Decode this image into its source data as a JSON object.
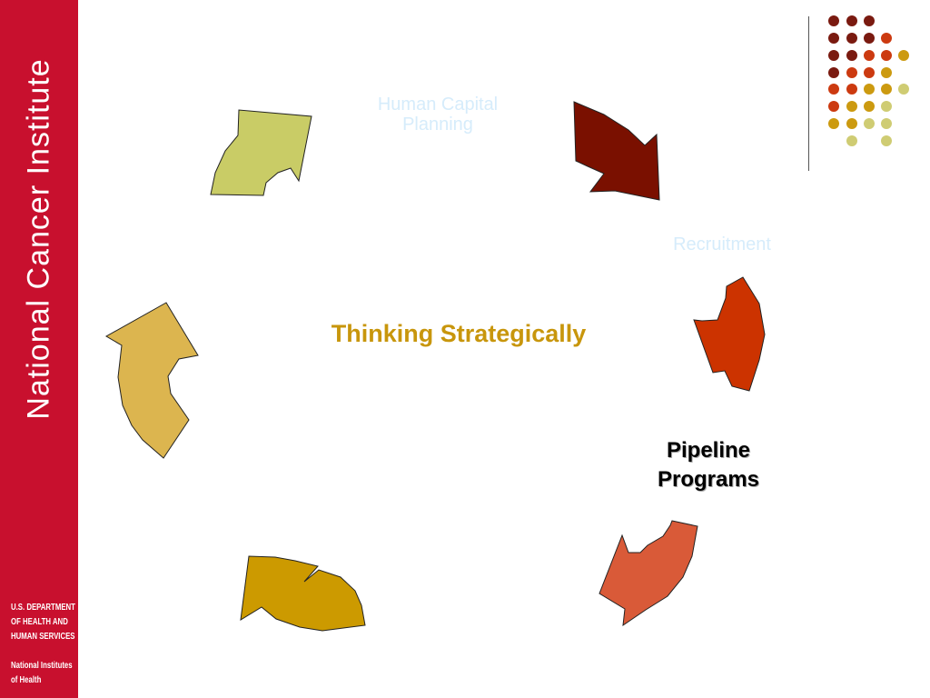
{
  "sidebar": {
    "title": "National Cancer Institute",
    "dept_lines": [
      "U.S. DEPARTMENT",
      "OF HEALTH AND",
      "HUMAN SERVICES"
    ],
    "nih_lines": [
      "National Institutes",
      "of Health"
    ],
    "background_color": "#c8102e"
  },
  "diagram": {
    "center_title": "Thinking Strategically",
    "labels": {
      "human_capital_line1": "Human Capital",
      "human_capital_line2": "Planning",
      "recruitment": "Recruitment",
      "pipeline_line1": "Pipeline",
      "pipeline_line2": "Programs"
    },
    "arrow_colors": [
      "#7a1000",
      "#cc3300",
      "#d95a38",
      "#cc9a00",
      "#dcb54f",
      "#c9cc66"
    ],
    "label_color": "#d6ecfb",
    "title_color": "#c8960c"
  },
  "decor": {
    "dot_colors": [
      "#7a1a10",
      "#cc3a10",
      "#cc9a10",
      "#cfcc73"
    ]
  }
}
